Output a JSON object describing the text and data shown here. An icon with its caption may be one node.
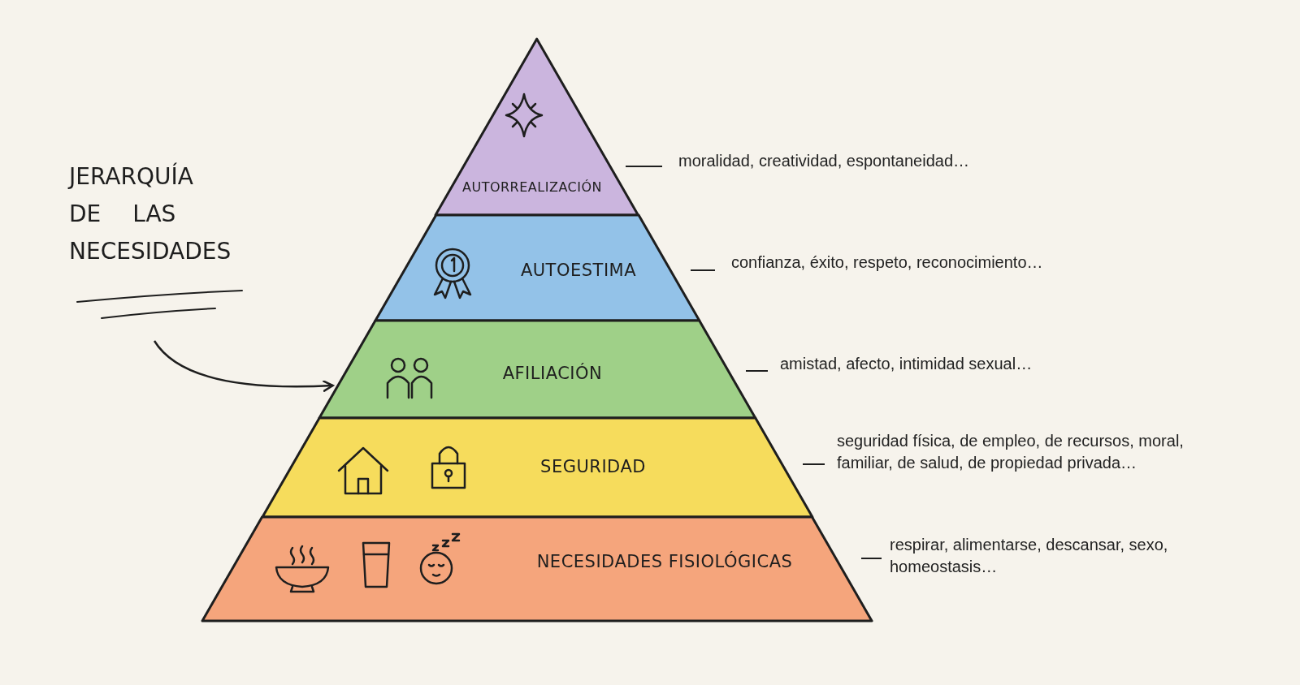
{
  "diagram": {
    "nodes": [
      {
        "text": [
          "JERARQUÍA DE LAS NECESIDADES"
        ]
      },
      {
        "text": [
          "AUTORREALIZACIÓN"
        ],
        "beside": [
          "moralidad, creatividad, espontaneidad…"
        ]
      },
      {
        "text": [
          "AUTOESTIMA"
        ],
        "beside": [
          "confianza, éxito, respeto, reconocimiento…"
        ]
      },
      {
        "text": [
          "AFILIACIÓN"
        ],
        "beside": [
          "amistad, afecto, intimidad sexual…"
        ]
      },
      {
        "text": [
          "SEGURIDAD"
        ],
        "beside": [
          "seguridad física, de empleo, de recursos, moral, familiar, de salud, de propiedad privada…"
        ]
      },
      {
        "text": [
          "NECESIDADES FISIOLÓGICAS"
        ],
        "beside": [
          "respirar, alimentarse, descansar, sexo, homeostasis…"
        ]
      }
    ],
    "edges": [
      {
        "from": 0,
        "to": 3,
        "arrow": "to"
      }
    ]
  }
}
